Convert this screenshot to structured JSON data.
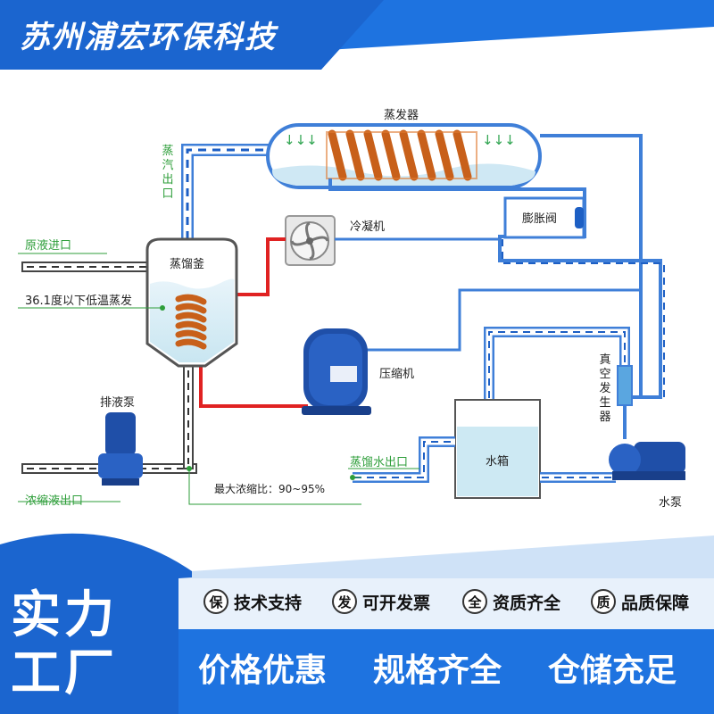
{
  "header": {
    "company": "苏州浦宏环保科技"
  },
  "diagram": {
    "evaporator": "蒸发器",
    "steam_outlet": [
      "蒸",
      "汽",
      "出",
      "口"
    ],
    "expansion_valve": "膨胀阀",
    "condenser": "冷凝机",
    "feed_inlet": "原液进口",
    "distillation_kettle": "蒸馏釜",
    "low_temp_note": "36.1度以下低温蒸发",
    "compressor": "压缩机",
    "vacuum_generator": [
      "真",
      "空",
      "发",
      "生",
      "器"
    ],
    "discharge_pump": "排液泵",
    "concentrate_outlet": "浓缩液出口",
    "max_ratio": "最大浓缩比：90~95%",
    "distilled_outlet": "蒸馏水出口",
    "water_tank": "水箱",
    "water_pump": "水泵"
  },
  "badges": [
    {
      "icon": "保",
      "label": "技术支持"
    },
    {
      "icon": "发",
      "label": "可开发票"
    },
    {
      "icon": "全",
      "label": "资质齐全"
    },
    {
      "icon": "质",
      "label": "品质保障"
    }
  ],
  "slogan": {
    "line1": "实力",
    "line2": "工厂"
  },
  "bottom": {
    "t1": "价格优惠",
    "t2": "规格齐全",
    "t3": "仓储充足"
  },
  "colors": {
    "brand_blue": "#1e73e0",
    "pipe_blue": "#3f7fd8",
    "pipe_red": "#e02222",
    "coil_orange": "#d2691e"
  }
}
